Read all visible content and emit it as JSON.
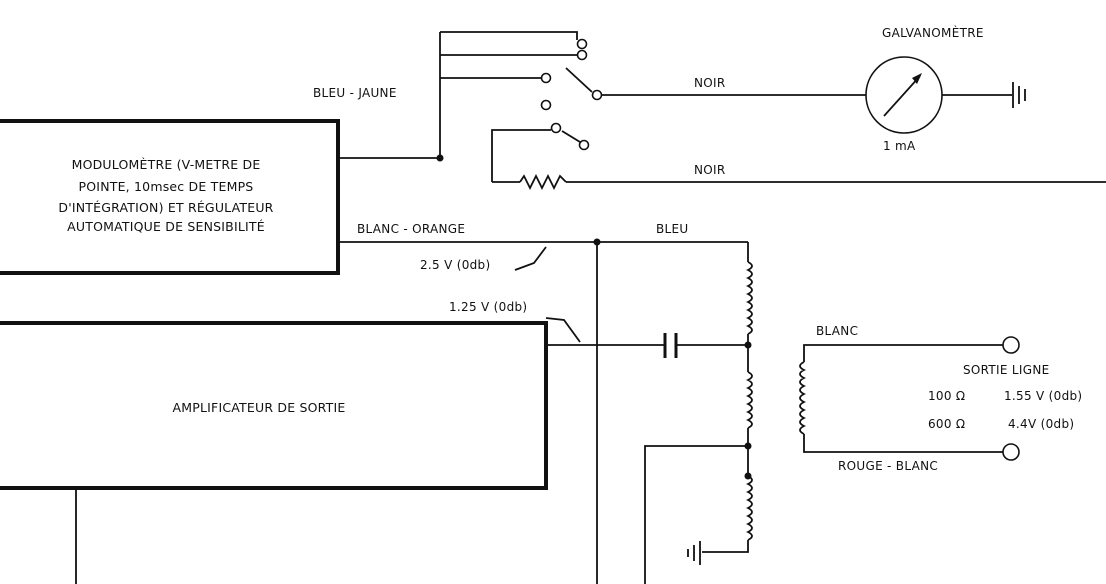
{
  "blocks": {
    "modulometre": [
      "MODULOMÈTRE (V-METRE DE",
      "POINTE, 10msec DE TEMPS",
      "D'INTÉGRATION) ET RÉGULATEUR",
      "AUTOMATIQUE DE SENSIBILITÉ"
    ],
    "amplificateur": "AMPLIFICATEUR DE SORTIE"
  },
  "labels": {
    "galvanometre": "GALVANOMÈTRE",
    "galvanometre_range": "1 mA",
    "bleu_jaune": "BLEU - JAUNE",
    "noir_top": "NOIR",
    "noir_bottom": "NOIR",
    "blanc_orange": "BLANC - ORANGE",
    "bleu": "BLEU",
    "level_25": "2.5 V (0db)",
    "level_125": "1.25 V (0db)",
    "blanc": "BLANC",
    "rouge_blanc": "ROUGE - BLANC",
    "sortie_ligne": "SORTIE LIGNE",
    "imp_100": "100 Ω",
    "level_155": "1.55 V (0db)",
    "imp_600": "600 Ω",
    "level_44": "4.4V (0db)"
  },
  "colors": {
    "ink": "#111111",
    "paper": "#ffffff"
  }
}
